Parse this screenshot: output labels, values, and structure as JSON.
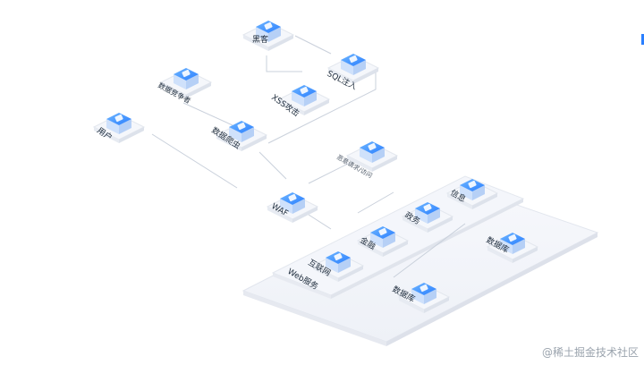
{
  "nodes": {
    "hacker": "黑客",
    "sql_injection": "SQL注入",
    "xss_attack": "XSS攻击",
    "data_competitor": "数据竞争者",
    "crawler": "数据爬虫",
    "user": "用户",
    "malicious_request": "恶意请求/访问",
    "waf": "WAF",
    "internet": "互联网",
    "web_service": "Web服务",
    "finance": "金融",
    "government": "政务",
    "info": "信息",
    "database_right": "数据库",
    "database_bottom": "数据库"
  },
  "watermark": "@稀土掘金技术社区",
  "colors": {
    "accent": "#2a7fff",
    "cube_top": "#4aa3ff",
    "cube_front": "#e9eef6",
    "platform": "#f3f5fa"
  },
  "icons": {
    "hacker": "hacker-icon",
    "sql_injection": "sql-icon",
    "xss_attack": "xss-icon",
    "data_competitor": "competitor-icon",
    "crawler": "crawler-icon",
    "user": "user-icon",
    "malicious_request": "request-icon",
    "waf": "firewall-icon",
    "internet": "internet-icon",
    "finance": "finance-icon",
    "government": "government-icon",
    "info": "info-icon",
    "database": "database-icon"
  }
}
